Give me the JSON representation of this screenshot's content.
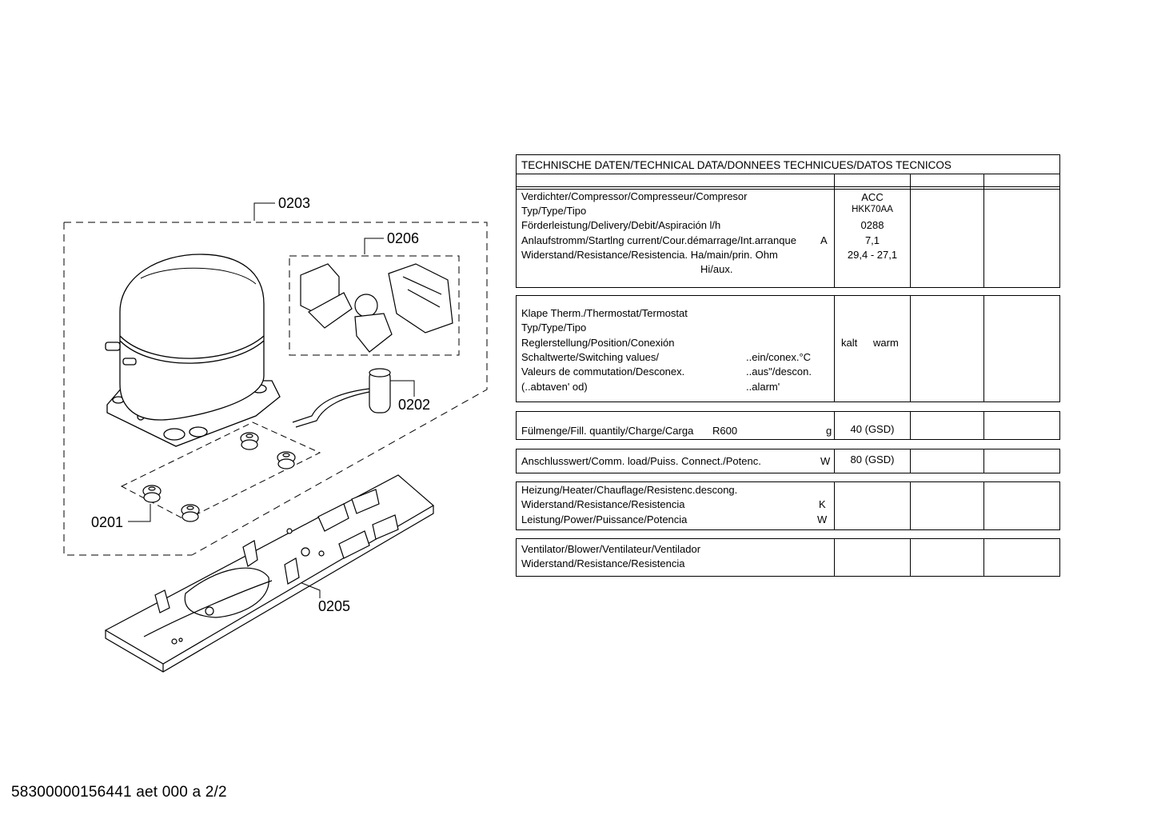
{
  "callouts": {
    "p0203": "0203",
    "p0206": "0206",
    "p0202": "0202",
    "p0201": "0201",
    "p0205": "0205"
  },
  "footer": {
    "doc_id": "58300000156441 aet 000 a 2/2"
  },
  "table": {
    "header": "TECHNISCHE DATEN/TECHNICAL DATA/DONNEES TECHNICUES/DATOS TECNICOS",
    "compressor": {
      "rows": [
        "Verdichter/Compressor/Compresseur/Compresor",
        "Typ/Type/Tipo",
        "Förderleistung/Delivery/Debit/Aspiración l/h",
        "Anlaufstromm/Startlng current/Cour.démarrage/Int.arranque",
        "Widerstand/Resistance/Resistencia. Ha/main/prin. Ohm",
        "Hi/aux."
      ],
      "unit_current": "A",
      "values": [
        "ACC",
        "HKK70AA",
        "0288",
        "7,1",
        "29,4 - 27,1"
      ]
    },
    "thermostat": {
      "rows": [
        "Klape Therm./Thermostat/Termostat",
        "Typ/Type/Tipo",
        "Reglerstellung/Position/Conexión",
        "Schaltwerte/Switching values/",
        "Valeurs de commutation/Desconex.",
        "(..abtaven' od)"
      ],
      "sub": [
        "..ein/conex.°C",
        "..aus\"/descon.",
        "..alarm'"
      ],
      "kalt": "kalt",
      "warm": "warm"
    },
    "fill": {
      "label": "Fülmenge/Fill. quantily/Charge/Carga",
      "refrigerant": "R600",
      "unit": "g",
      "value": "40 (GSD)"
    },
    "load": {
      "label": "Anschlusswert/Comm. load/Puiss. Connect./Potenc.",
      "unit": "W",
      "value": "80 (GSD)"
    },
    "heater": {
      "rows": [
        "Heizung/Heater/Chauflage/Resistenc.descong.",
        "Widerstand/Resistance/Resistencia",
        "Leistung/Power/Puissance/Potencia"
      ],
      "units": [
        "K",
        "W"
      ]
    },
    "fan": {
      "rows": [
        "Ventilator/Blower/Ventilateur/Ventilador",
        "Widerstand/Resistance/Resistencia"
      ]
    }
  }
}
